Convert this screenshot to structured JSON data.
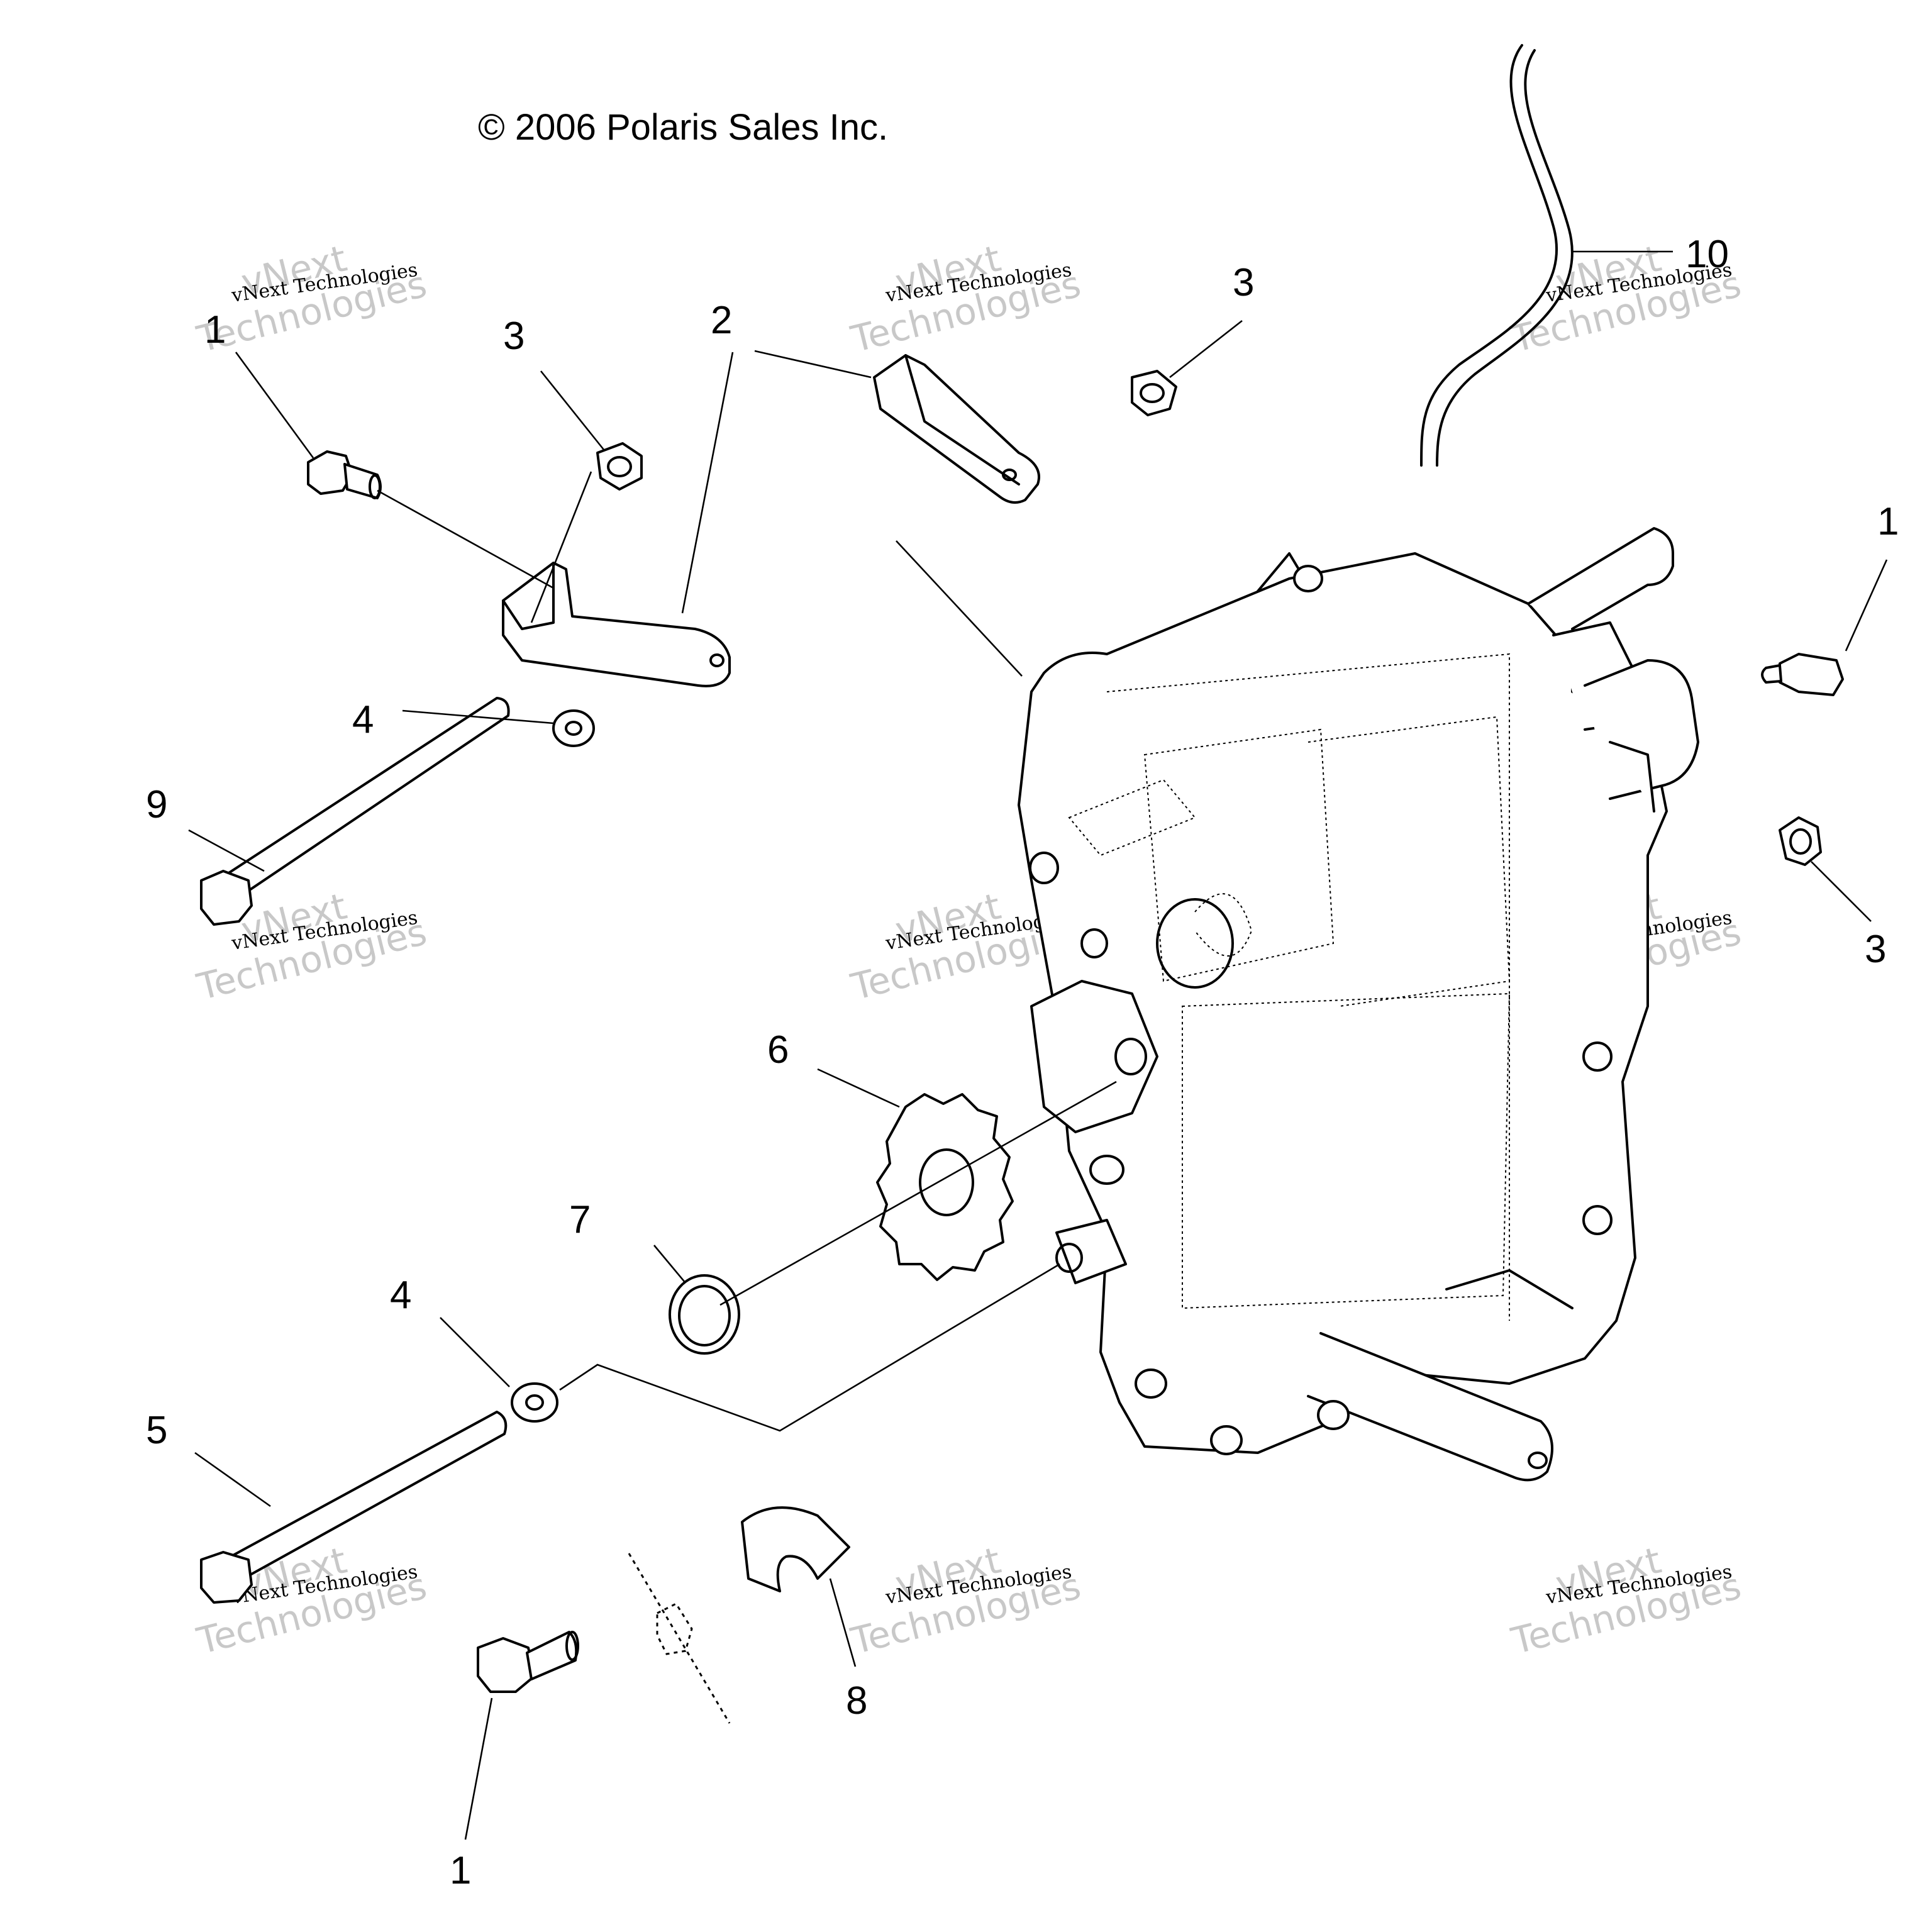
{
  "copyright": "© 2006 Polaris Sales Inc.",
  "watermark": {
    "line1": "vNext Technologies",
    "line2": "vNext",
    "line3": "Technologies"
  },
  "callouts": {
    "c1a": "1",
    "c3a": "3",
    "c2": "2",
    "c3b": "3",
    "c10": "10",
    "c1b": "1",
    "c3c": "3",
    "c4a": "4",
    "c9": "9",
    "c6": "6",
    "c7": "7",
    "c4b": "4",
    "c5": "5",
    "c8": "8",
    "c1c": "1"
  }
}
